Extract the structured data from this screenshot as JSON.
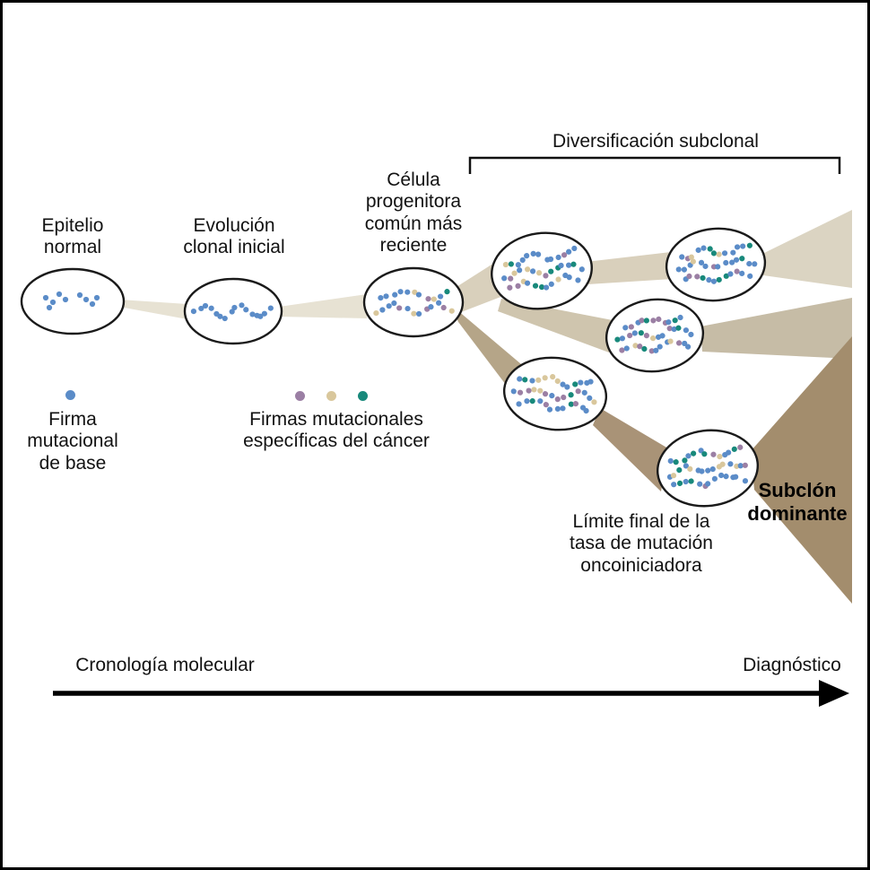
{
  "figure": {
    "stages": {
      "epitelio": "Epitelio\nnormal",
      "evolucion": "Evolución\nclonal inicial",
      "celula": "Célula\nprogenitora\ncomún más\nreciente",
      "diversificacion": "Diversificación subclonal"
    },
    "legend": {
      "firma_base": "Firma\nmutacional\nde base",
      "firmas_cancer": "Firmas mutacionales\nespecíficas del cáncer"
    },
    "annotations": {
      "limite": "Límite final de la\ntasa de mutación\noncoiniciadora",
      "subclon": "Subclón\ndominante"
    },
    "timeline": {
      "start": "Cronología molecular",
      "end": "Diagnóstico"
    }
  },
  "colors": {
    "base_mutation": "#5b8cc8",
    "cancer_purple": "#9b7fa4",
    "cancer_tan": "#d9c79c",
    "cancer_teal": "#18897b"
  }
}
